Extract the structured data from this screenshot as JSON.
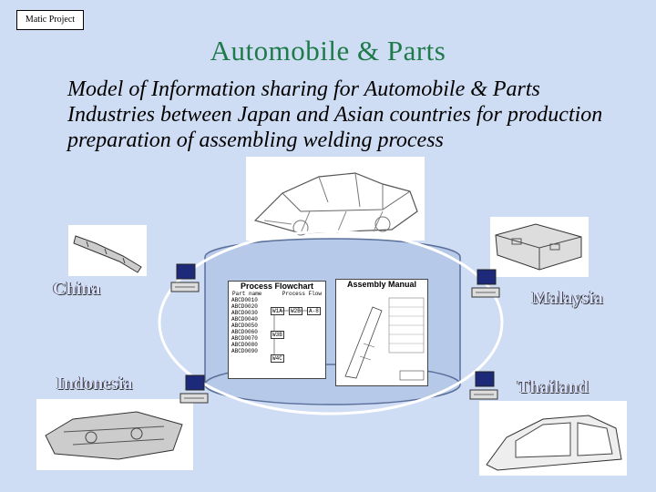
{
  "project_label": "Matic Project",
  "title": "Automobile & Parts",
  "subtitle": "Model of Information sharing for Automobile & Parts Industries between Japan and Asian countries for production preparation of assembling welding process",
  "countries": {
    "china": "China",
    "indonesia": "Indonesia",
    "malaysia": "Malaysia",
    "thailand": "Thailand"
  },
  "flowchart": {
    "title": "Process Flowchart",
    "col_left": "Part name",
    "col_right": "Process Flow",
    "rows": [
      "ABCD0010",
      "ABCD0020",
      "ABCD0030",
      "ABCD0040",
      "ABCD0050",
      "ABCD0060",
      "ABCD0070",
      "ABCD0080",
      "ABCD0090"
    ],
    "boxes": [
      "W1A",
      "W2B",
      "A-8",
      "W3B",
      "W4C"
    ]
  },
  "manual": {
    "title": "Assembly Manual"
  },
  "colors": {
    "background": "#cfddf4",
    "title_green": "#1f7a4a",
    "country_text": "#d8e0ff",
    "cylinder": "#b7c9e8"
  },
  "icons": [
    "computer-icon",
    "car-body-image",
    "car-part-image"
  ]
}
